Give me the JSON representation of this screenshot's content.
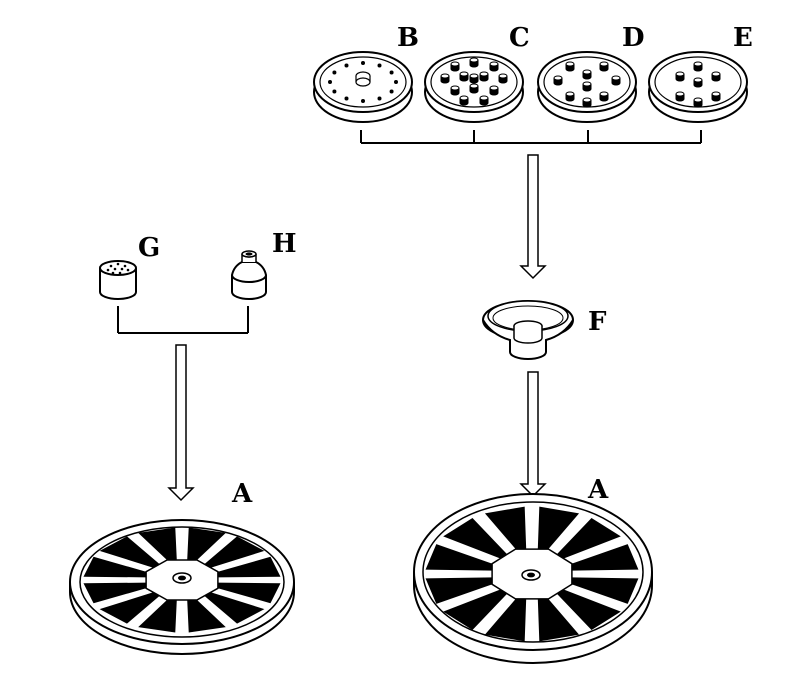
{
  "labels": {
    "B": "B",
    "C": "C",
    "D": "D",
    "E": "E",
    "F": "F",
    "G": "G",
    "H": "H",
    "A_left": "A",
    "A_right": "A"
  },
  "colors": {
    "ink": "#000000",
    "paper": "#ffffff",
    "shade": "#e8e8e8"
  }
}
